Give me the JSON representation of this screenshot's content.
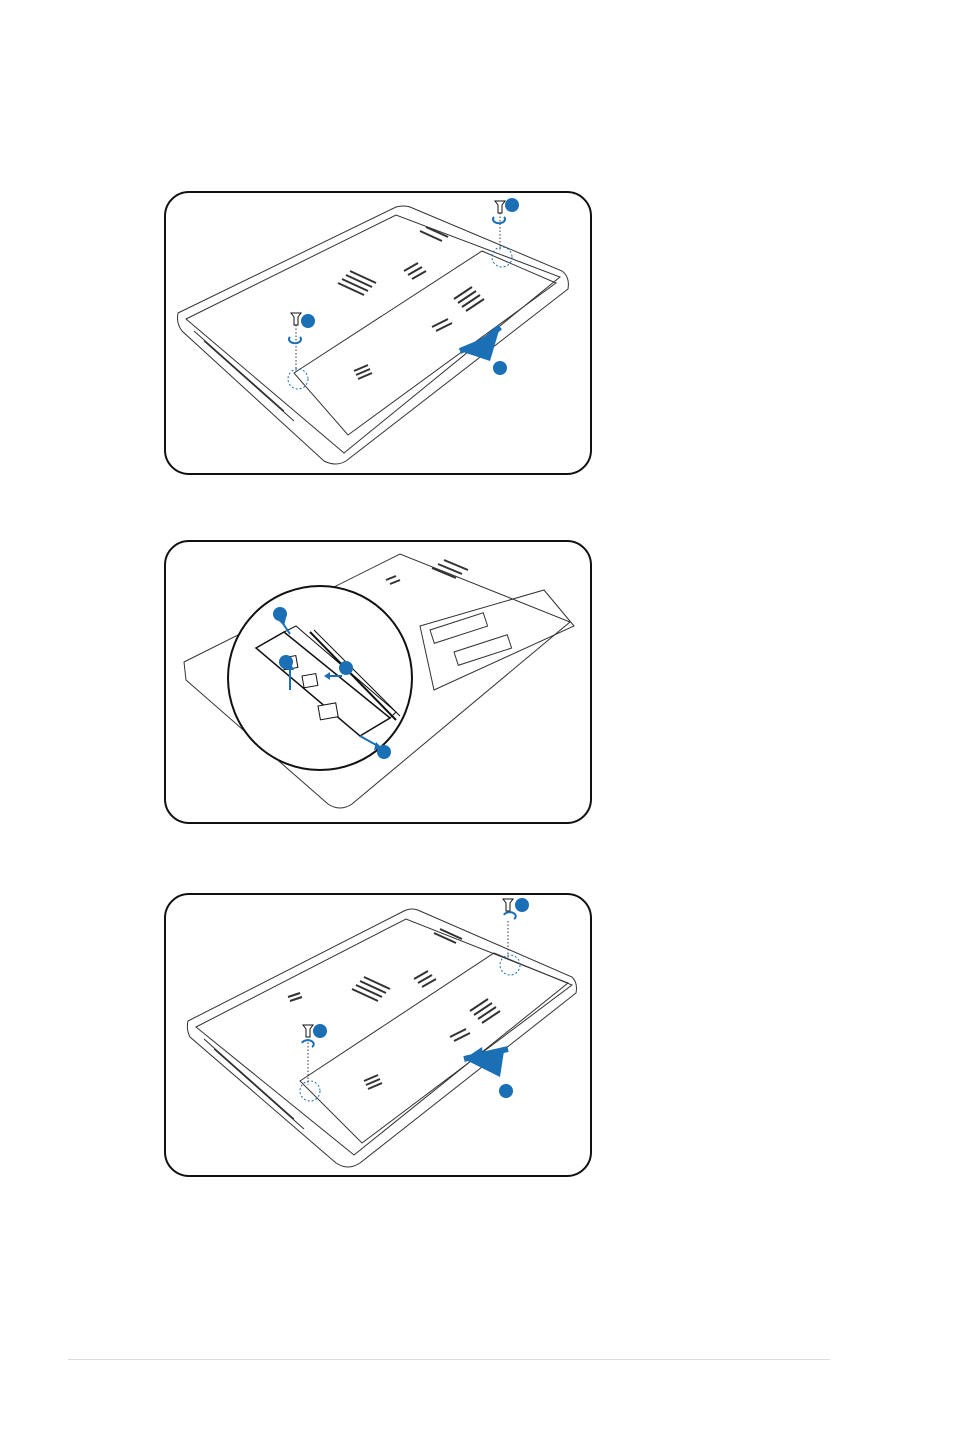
{
  "figures": [
    {
      "id": "remove-cover",
      "step_badges": [
        "",
        "",
        ""
      ]
    },
    {
      "id": "remove-memory",
      "step_badges": [
        "",
        "",
        "",
        ""
      ]
    },
    {
      "id": "replace-cover",
      "step_badges": [
        "",
        "",
        ""
      ]
    }
  ],
  "colors": {
    "accent": "#1a6fb5",
    "line": "#222222",
    "panel_border": "#111111",
    "rule": "#dcdcdc"
  },
  "icons": [
    "screw-icon",
    "rotate-arrow-icon",
    "slide-arrow-icon",
    "eject-arrow-icon"
  ]
}
